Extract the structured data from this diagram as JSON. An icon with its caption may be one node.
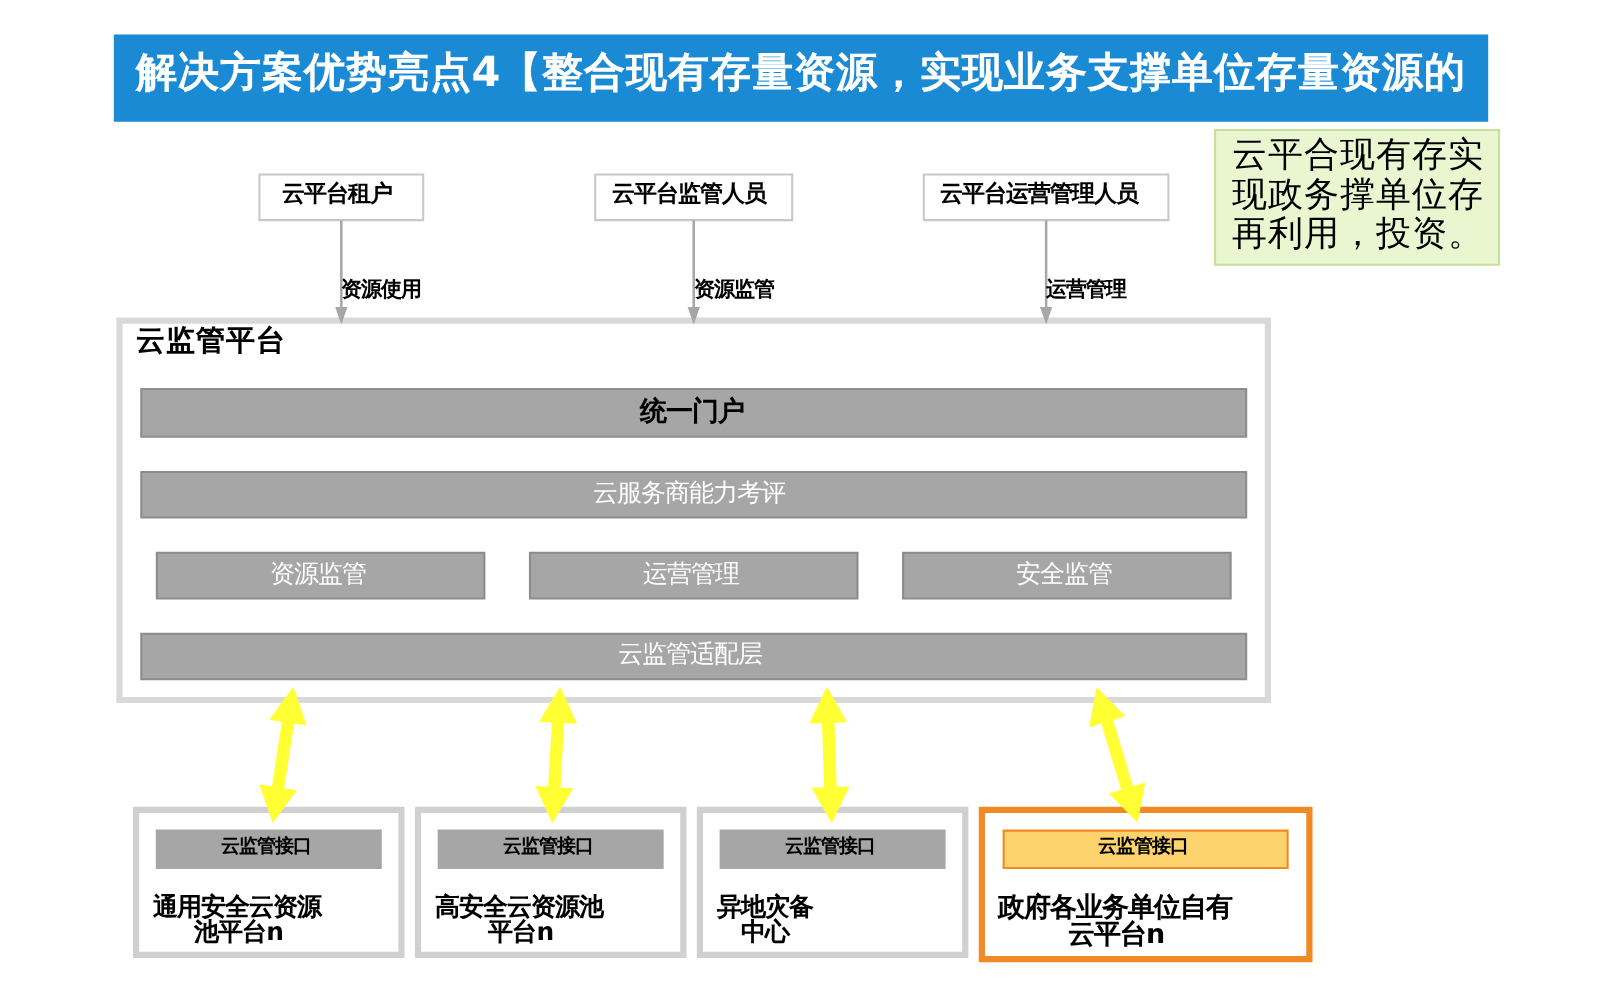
{
  "diagram": {
    "title": "解决方案优势亮点4【整合现有存量资源，实现业务支撑单位存量资源的",
    "nodes": [
      {
        "text": [
          "云平台租户"
        ]
      },
      {
        "text": [
          "云平台监管人员"
        ]
      },
      {
        "text": [
          "云平台运营管理人员"
        ]
      },
      {
        "text": [
          "云监管平台"
        ]
      },
      {
        "text": [
          "统一门户"
        ],
        "in": 3
      },
      {
        "text": [
          "云服务商能力考评"
        ],
        "in": 3
      },
      {
        "text": [
          "资源监管"
        ],
        "in": 3
      },
      {
        "text": [
          "运营管理"
        ],
        "in": 3
      },
      {
        "text": [
          "安全监管"
        ],
        "in": 3
      },
      {
        "text": [
          "云监管适配层"
        ],
        "in": 3
      },
      {
        "text": [
          "通用安全云资源池平台n"
        ]
      },
      {
        "text": [
          "云监管接口"
        ],
        "in": 10
      },
      {
        "text": [
          "高安全云资源池平台n"
        ]
      },
      {
        "text": [
          "云监管接口"
        ],
        "in": 12
      },
      {
        "text": [
          "异地灾备中心"
        ]
      },
      {
        "text": [
          "云监管接口"
        ],
        "in": 14
      },
      {
        "text": [
          "政府各业务单位自有云平台n"
        ]
      },
      {
        "text": [
          "云监管接口"
        ],
        "in": 16
      },
      {
        "text": [
          "云平合现有存实现政务撑单位存再利用，投资。"
        ]
      }
    ],
    "edges": [
      {
        "from": 0,
        "to": 3,
        "arrow": "to",
        "label": "资源使用",
        "color": "#a6a6a6"
      },
      {
        "from": 1,
        "to": 3,
        "arrow": "to",
        "label": "资源监管",
        "color": "#a6a6a6"
      },
      {
        "from": 2,
        "to": 3,
        "arrow": "to",
        "label": "运营管理",
        "color": "#a6a6a6"
      },
      {
        "from": 3,
        "to": 10,
        "arrow": "both",
        "color": "#ffff33"
      },
      {
        "from": 3,
        "to": 12,
        "arrow": "both",
        "color": "#ffff33"
      },
      {
        "from": 3,
        "to": 14,
        "arrow": "both",
        "color": "#ffff33"
      },
      {
        "from": 3,
        "to": 16,
        "arrow": "both",
        "color": "#ffff33"
      }
    ]
  }
}
